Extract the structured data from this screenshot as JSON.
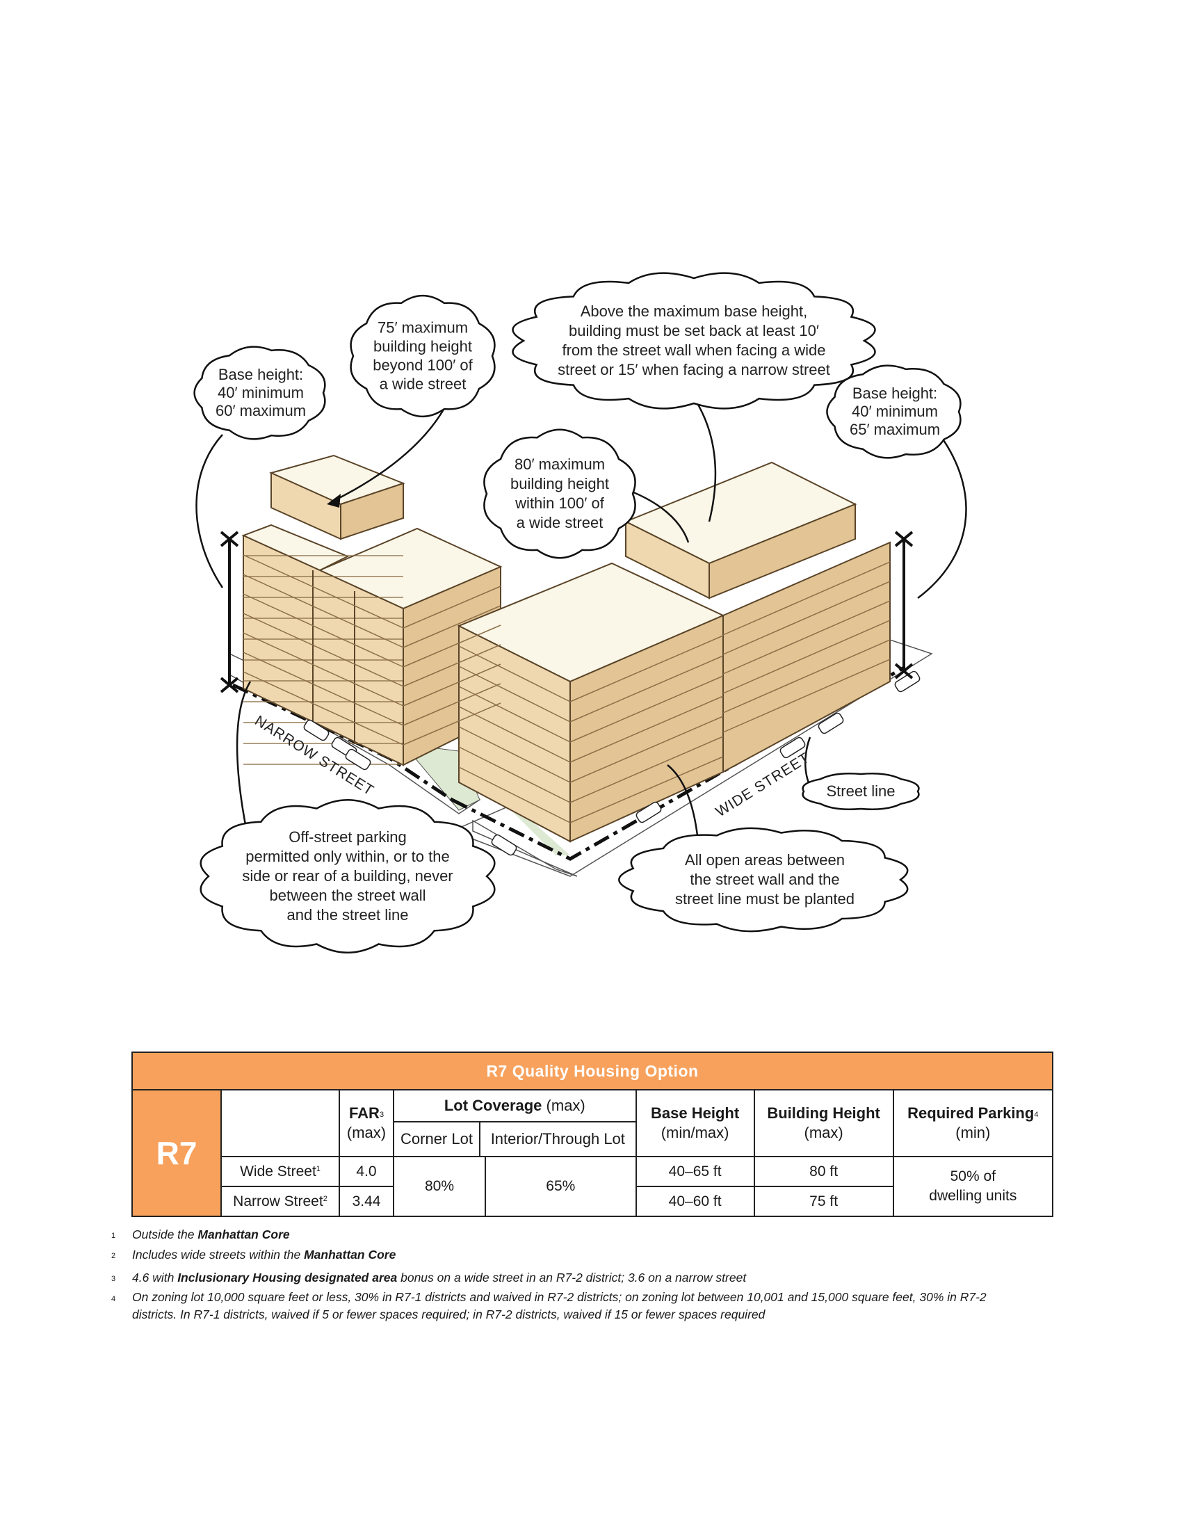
{
  "callouts": {
    "base_left": [
      "Base height:",
      "40′ minimum",
      "60′ maximum"
    ],
    "max75": [
      "75′ maximum",
      "building height",
      "beyond 100′ of",
      "a wide street"
    ],
    "setback": [
      "Above the maximum base height,",
      "building must be set back at least 10′",
      "from the street wall when facing a wide",
      "street or 15′ when facing a narrow street"
    ],
    "base_right": [
      "Base height:",
      "40′ minimum",
      "65′ maximum"
    ],
    "max80": [
      "80′ maximum",
      "building height",
      "within 100′ of",
      "a wide street"
    ],
    "street_line": [
      "Street line"
    ],
    "parking": [
      "Off-street parking",
      "permitted only within, or to the",
      "side or rear of a building, never",
      "between the street wall",
      "and the street line"
    ],
    "planted": [
      "All open areas between",
      "the street wall and the",
      "street line must be planted"
    ]
  },
  "streets": {
    "narrow": "NARROW STREET",
    "wide": "WIDE STREET"
  },
  "table": {
    "title": "R7 Quality Housing Option",
    "district": "R7",
    "headers": {
      "far": "FAR",
      "far_note": "3",
      "far_sub": "(max)",
      "lot_coverage": "Lot Coverage",
      "lot_coverage_sub": "(max)",
      "corner_lot": "Corner Lot",
      "interior_lot": "Interior/Through Lot",
      "base_height": "Base Height",
      "base_height_sub": "(min/max)",
      "building_height": "Building Height",
      "building_height_sub": "(max)",
      "parking": "Required Parking",
      "parking_note": "4",
      "parking_sub": "(min)"
    },
    "rows": [
      {
        "label": "Wide Street",
        "note": "1",
        "far": "4.0",
        "base_height": "40–65 ft",
        "building_height": "80 ft"
      },
      {
        "label": "Narrow Street",
        "note": "2",
        "far": "3.44",
        "base_height": "40–60 ft",
        "building_height": "75 ft"
      }
    ],
    "corner_lot": "80%",
    "interior_lot": "65%",
    "parking_line1": "50% of",
    "parking_line2": "dwelling units"
  },
  "footnotes": [
    {
      "num": "1",
      "pre": "Outside the ",
      "bold": "Manhattan Core",
      "post": ""
    },
    {
      "num": "2",
      "pre": "Includes wide streets within the ",
      "bold": "Manhattan Core",
      "post": ""
    },
    {
      "num": "3",
      "pre": "4.6 with ",
      "bold": "Inclusionary Housing designated area",
      "post": " bonus on a wide street in an R7-2 district; 3.6 on a narrow street"
    },
    {
      "num": "4",
      "line1": "On zoning lot 10,000 square feet or less, 30% in R7-1 districts and waived in R7-2 districts; on zoning lot between 10,001 and 15,000 square feet, 30% in R7-2",
      "line2": "districts. In R7-1 districts, waived if 5 or fewer spaces required; in R7-2 districts, waived if 15 or fewer spaces required"
    }
  ],
  "colors": {
    "accent": "#f7a15c",
    "building_face": "#efd8b0",
    "building_side": "#e2c495",
    "roof": "#fbf7e8",
    "planted": "#dde9d2"
  }
}
